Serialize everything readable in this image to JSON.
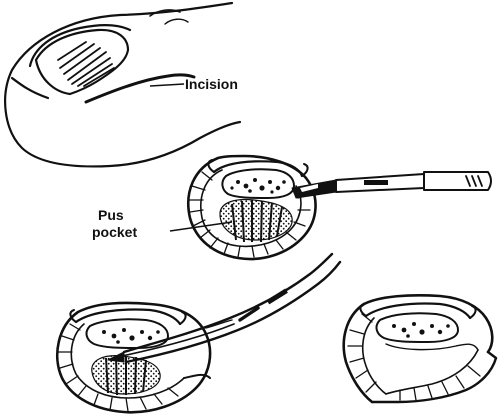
{
  "labels": {
    "incision": "Incision",
    "pus_line1": "Pus",
    "pus_line2": "pocket"
  },
  "colors": {
    "ink": "#111111",
    "paper": "#ffffff"
  }
}
